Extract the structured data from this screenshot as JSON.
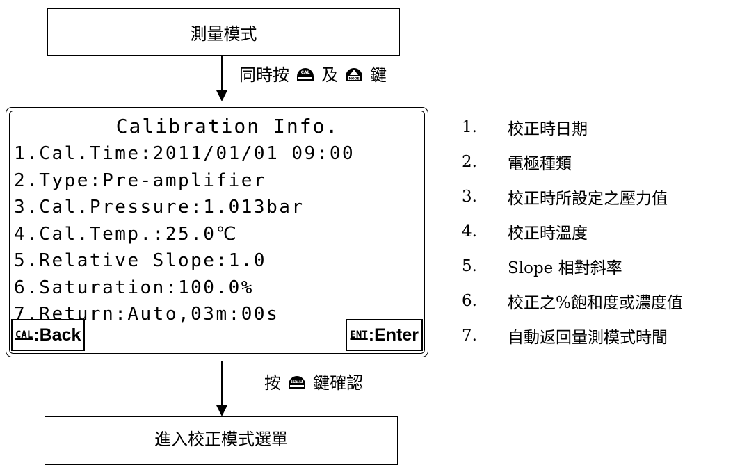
{
  "flow": {
    "mode_box": "測量模式",
    "step1_note_a": "同時按",
    "step1_note_b": "及",
    "step1_note_c": "鍵",
    "step2_note_a": "按",
    "step2_note_b": "鍵確認",
    "menu_box": "進入校正模式選單"
  },
  "keys": {
    "cal": "CAL",
    "mode": "MODE",
    "enter": "ENTER"
  },
  "lcd": {
    "title": "Calibration Info.",
    "lines": [
      "1.Cal.Time:2011/01/01 09:00",
      "2.Type:Pre-amplifier",
      "3.Cal.Pressure:1.013bar",
      "4.Cal.Temp.:25.0℃",
      "5.Relative Slope:1.0",
      "6.Saturation:100.0%",
      "7.Return:Auto,03m:00s"
    ],
    "left_key_tag": "CAL",
    "left_key_label": ":Back",
    "right_key_tag": "ENT",
    "right_key_label": ":Enter"
  },
  "legend": [
    {
      "num": "1.",
      "text": "校正時日期"
    },
    {
      "num": "2.",
      "text": "電極種類"
    },
    {
      "num": "3.",
      "text": "校正時所設定之壓力值"
    },
    {
      "num": "4.",
      "text": "校正時溫度"
    },
    {
      "num": "5.",
      "text": "Slope 相對斜率"
    },
    {
      "num": "6.",
      "text": "校正之%飽和度或濃度值"
    },
    {
      "num": "7.",
      "text": "自動返回量測模式時間"
    }
  ]
}
